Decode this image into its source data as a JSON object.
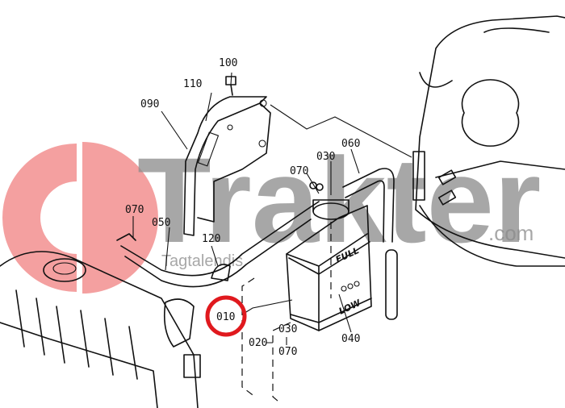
{
  "diagram": {
    "parts": {
      "p100": "100",
      "p110": "110",
      "p090": "090",
      "p070_top": "070",
      "p030_top": "030",
      "p060": "060",
      "p070_left": "070",
      "p050": "050",
      "p120": "120",
      "p010": "010",
      "p020": "020",
      "p030_group": "030",
      "p070_group": "070",
      "p040": "040"
    },
    "tank_marks": {
      "full": "FULL",
      "low": "LOW"
    },
    "highlight_color": "#e0191e",
    "watermark": {
      "brand": "Trakter",
      "domain": ".com",
      "sub": "Tagtalendis",
      "logo_color": "#f4a0a0"
    }
  }
}
